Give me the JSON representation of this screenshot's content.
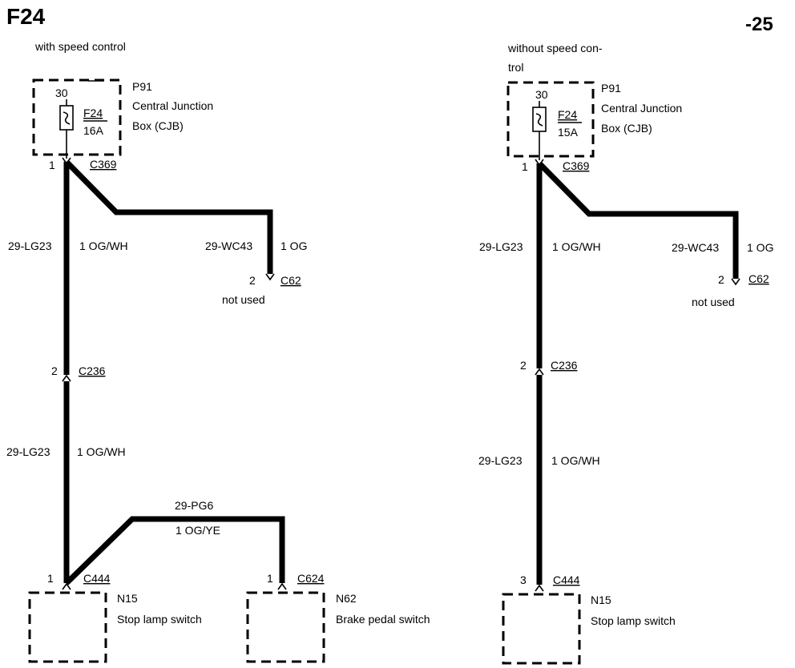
{
  "page": {
    "code": "F24",
    "page_number": "-25"
  },
  "left": {
    "variant_label": "with speed control",
    "fuse_block": {
      "pin": "30",
      "fuse_name": "F24",
      "fuse_rating": "16A",
      "id": "P91",
      "name_line1": "Central Junction",
      "name_line2": "Box (CJB)"
    },
    "connector_top": {
      "pin": "1",
      "name": "C369"
    },
    "wire_main_upper": {
      "circuit": "29-LG23",
      "gauge_color": "1 OG/WH"
    },
    "wire_branch_right": {
      "circuit": "29-WC43",
      "gauge_color": "1 OG"
    },
    "connector_right": {
      "pin": "2",
      "name": "C62",
      "note": "not used"
    },
    "connector_mid": {
      "pin": "2",
      "name": "C236"
    },
    "wire_main_lower": {
      "circuit": "29-LG23",
      "gauge_color": "1 OG/WH"
    },
    "wire_brake": {
      "circuit": "29-PG6",
      "gauge_color": "1 OG/YE"
    },
    "switch_stop": {
      "pin": "1",
      "connector": "C444",
      "id": "N15",
      "name": "Stop lamp switch"
    },
    "switch_brake": {
      "pin": "1",
      "connector": "C624",
      "id": "N62",
      "name": "Brake pedal switch"
    }
  },
  "right": {
    "variant_label_line1": "without speed con-",
    "variant_label_line2": "trol",
    "fuse_block": {
      "pin": "30",
      "fuse_name": "F24",
      "fuse_rating": "15A",
      "id": "P91",
      "name_line1": "Central Junction",
      "name_line2": "Box (CJB)"
    },
    "connector_top": {
      "pin": "1",
      "name": "C369"
    },
    "wire_main_upper": {
      "circuit": "29-LG23",
      "gauge_color": "1 OG/WH"
    },
    "wire_branch_right": {
      "circuit": "29-WC43",
      "gauge_color": "1 OG"
    },
    "connector_right": {
      "pin": "2",
      "name": "C62",
      "note": "not used"
    },
    "connector_mid": {
      "pin": "2",
      "name": "C236"
    },
    "wire_main_lower": {
      "circuit": "29-LG23",
      "gauge_color": "1 OG/WH"
    },
    "switch_stop": {
      "pin": "3",
      "connector": "C444",
      "id": "N15",
      "name": "Stop lamp switch"
    }
  }
}
